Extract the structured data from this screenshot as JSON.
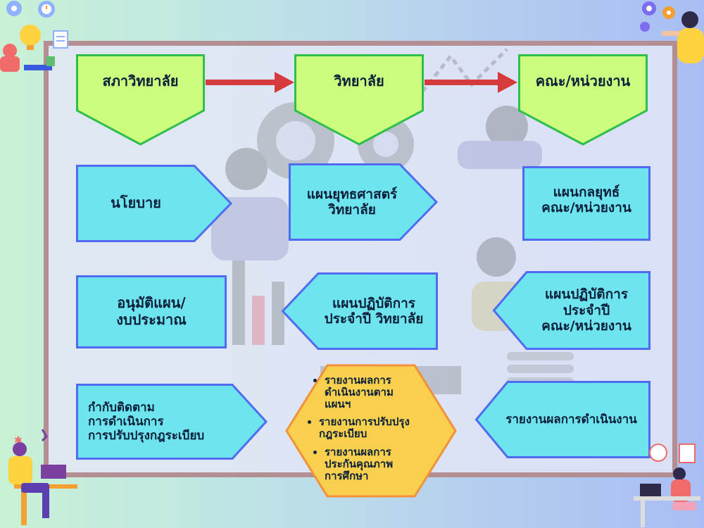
{
  "colors": {
    "green_fill": "#cdfd7e",
    "green_stroke": "#2fbf4d",
    "cyan_fill": "#6ee4ee",
    "cyan_stroke": "#4f6cf0",
    "hex_fill": "#f8d04d",
    "hex_stroke": "#f3913a",
    "arrow_red": "#d63a3c",
    "frame": "#b38e93"
  },
  "top_row": {
    "council": "สภาวิทยาลัย",
    "college": "วิทยาลัย",
    "faculty": "คณะ/หน่วยงาน"
  },
  "row2": {
    "policy": "นโยบาย",
    "college_strategic_plan": "แผนยุทธศาสตร์\nวิทยาลัย",
    "faculty_strategic_plan": "แผนกลยุทธ์\nคณะ/หน่วยงาน"
  },
  "row3": {
    "approve_budget": "อนุมัติแผน/\nงบประมาณ",
    "college_action_plan": "แผนปฏิบัติการ\nประจำปี วิทยาลัย",
    "faculty_action_plan": "แผนปฏิบัติการ\nประจำปี\nคณะ/หน่วยงาน"
  },
  "row4": {
    "monitor": "กำกับติดตาม\nการดำเนินการ\nการปรับปรุงกฎระเบียบ",
    "reports": [
      "รายงานผลการ\nดำเนินงานตาม\nแผนฯ",
      "รายงานการปรับปรุง\nกฎระเบียบ",
      "รายงานผลการ\nประกันคุณภาพ\nการศึกษา"
    ],
    "operation_report": "รายงานผลการดำเนินงาน"
  },
  "decorations": [
    "gear-icon",
    "clock-icon",
    "lightbulb-icon",
    "document-icon",
    "person-laptop-icon",
    "presenter-icon"
  ]
}
